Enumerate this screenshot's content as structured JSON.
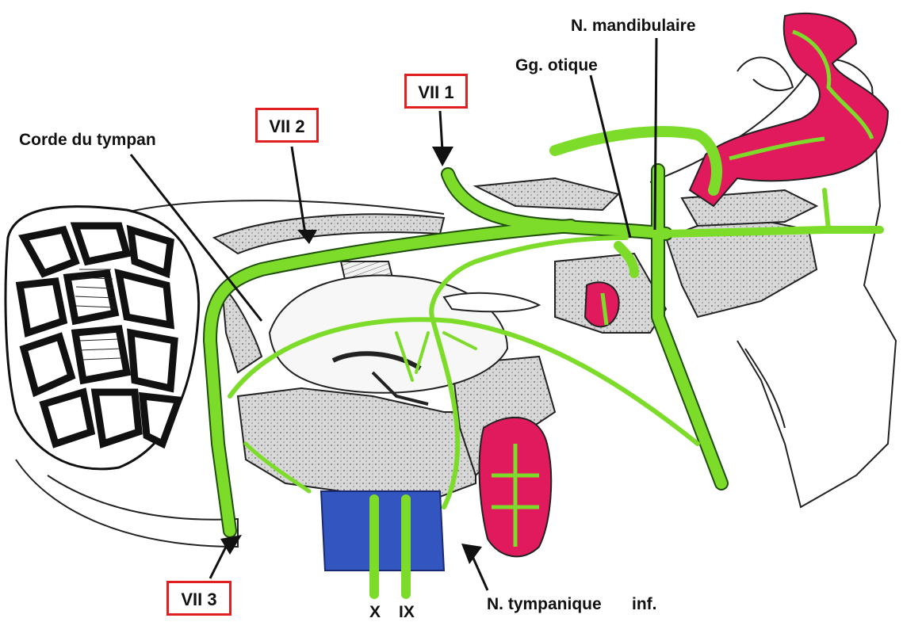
{
  "labels": {
    "mandibulaire": "N. mandibulaire",
    "otique": "Gg. otique",
    "corde": "Corde du tympan",
    "vii1": "VII 1",
    "vii2": "VII 2",
    "vii3": "VII 3",
    "tympanique": "N. tympanique",
    "inf": "inf.",
    "x": "X",
    "ix": "IX"
  },
  "colors": {
    "nerve": "#7ddc2a",
    "nerve_dark": "#2e6e12",
    "gland": "#e01a5c",
    "vessel": "#3355c0",
    "bone": "#d6d6d6",
    "label_box": "#e02020",
    "text": "#111111"
  }
}
